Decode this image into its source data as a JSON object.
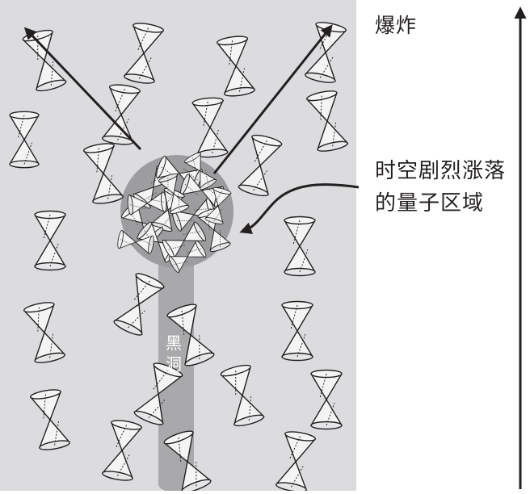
{
  "labels": {
    "explosion": "爆炸",
    "quantum_region_line1": "时空剧烈涨落",
    "quantum_region_line2": "的量子区域",
    "black_hole_char1": "黑",
    "black_hole_char2": "洞"
  },
  "colors": {
    "background_panel": "#dcdcdf",
    "black_hole_column": "#a9a9ab",
    "quantum_region": "#9d9d9f",
    "arrow": "#231f20",
    "cone_fill": "#f4f4f5",
    "cone_stroke": "#231f20"
  }
}
